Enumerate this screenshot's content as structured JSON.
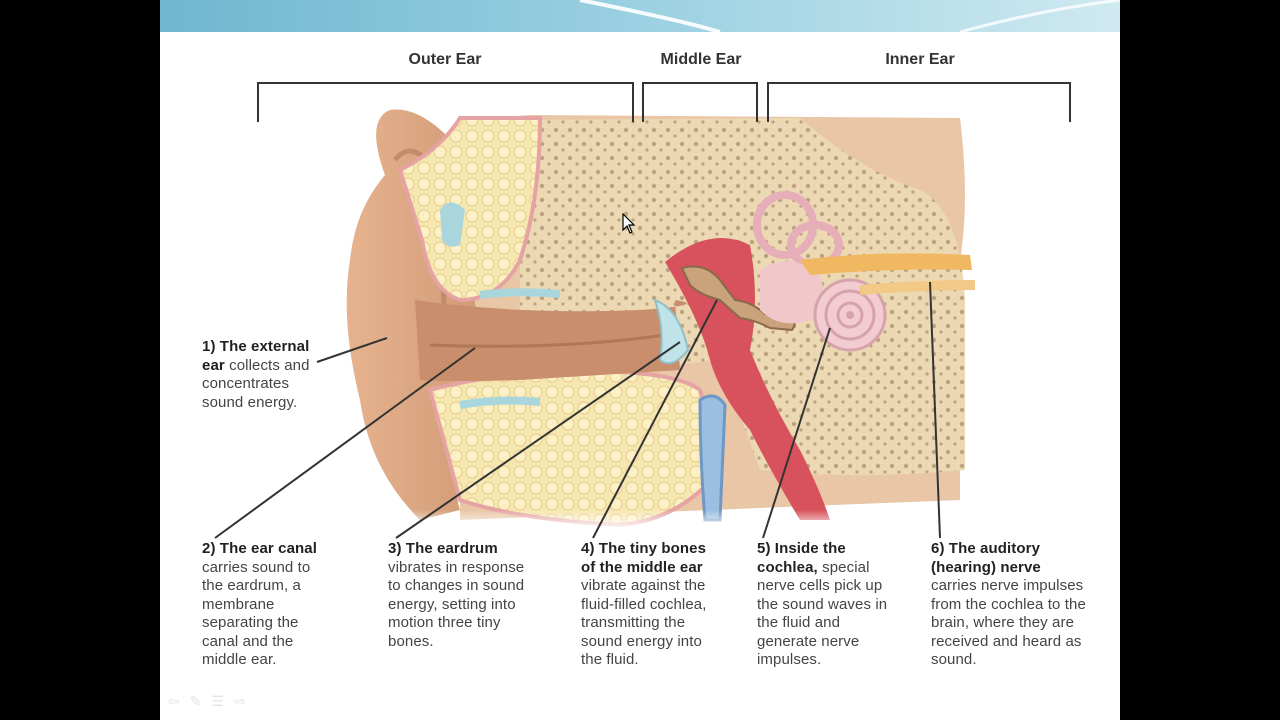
{
  "sections": [
    {
      "id": "outer",
      "title": "Outer Ear"
    },
    {
      "id": "middle",
      "title": "Middle Ear"
    },
    {
      "id": "inner",
      "title": "Inner Ear"
    }
  ],
  "captions": [
    {
      "lead": "1) The external ear",
      "text": "collects and concentrates sound energy."
    },
    {
      "lead": "2) The ear canal",
      "text": "carries sound to the eardrum, a membrane separating the canal and the middle ear."
    },
    {
      "lead": "3) The eardrum",
      "text": "vibrates in response to changes in sound energy, setting into motion three tiny bones."
    },
    {
      "lead": "4) The tiny bones of the middle ear",
      "text": "vibrate against the fluid-filled cochlea, transmitting the sound energy into the fluid."
    },
    {
      "lead": "5) Inside the cochlea,",
      "text": "special nerve cells pick up the sound waves in the fluid and generate nerve impulses."
    },
    {
      "lead": "6) The auditory (hearing) nerve",
      "text": "carries nerve impulses from the cochlea to the brain, where they are received and heard as sound."
    }
  ],
  "icons": {
    "nav_prev": "arrow-left-icon",
    "nav_pen": "pen-icon",
    "nav_menu": "menu-icon",
    "nav_next": "arrow-right-icon",
    "cursor": "mouse-pointer-icon"
  },
  "colors": {
    "skin": "#d9a27c",
    "bone": "#f1ddb5",
    "canal": "#c98e6c",
    "red": "#d7525c",
    "nerve": "#f0b860",
    "fluid": "#9bbfe0",
    "bracket": "#333333"
  }
}
